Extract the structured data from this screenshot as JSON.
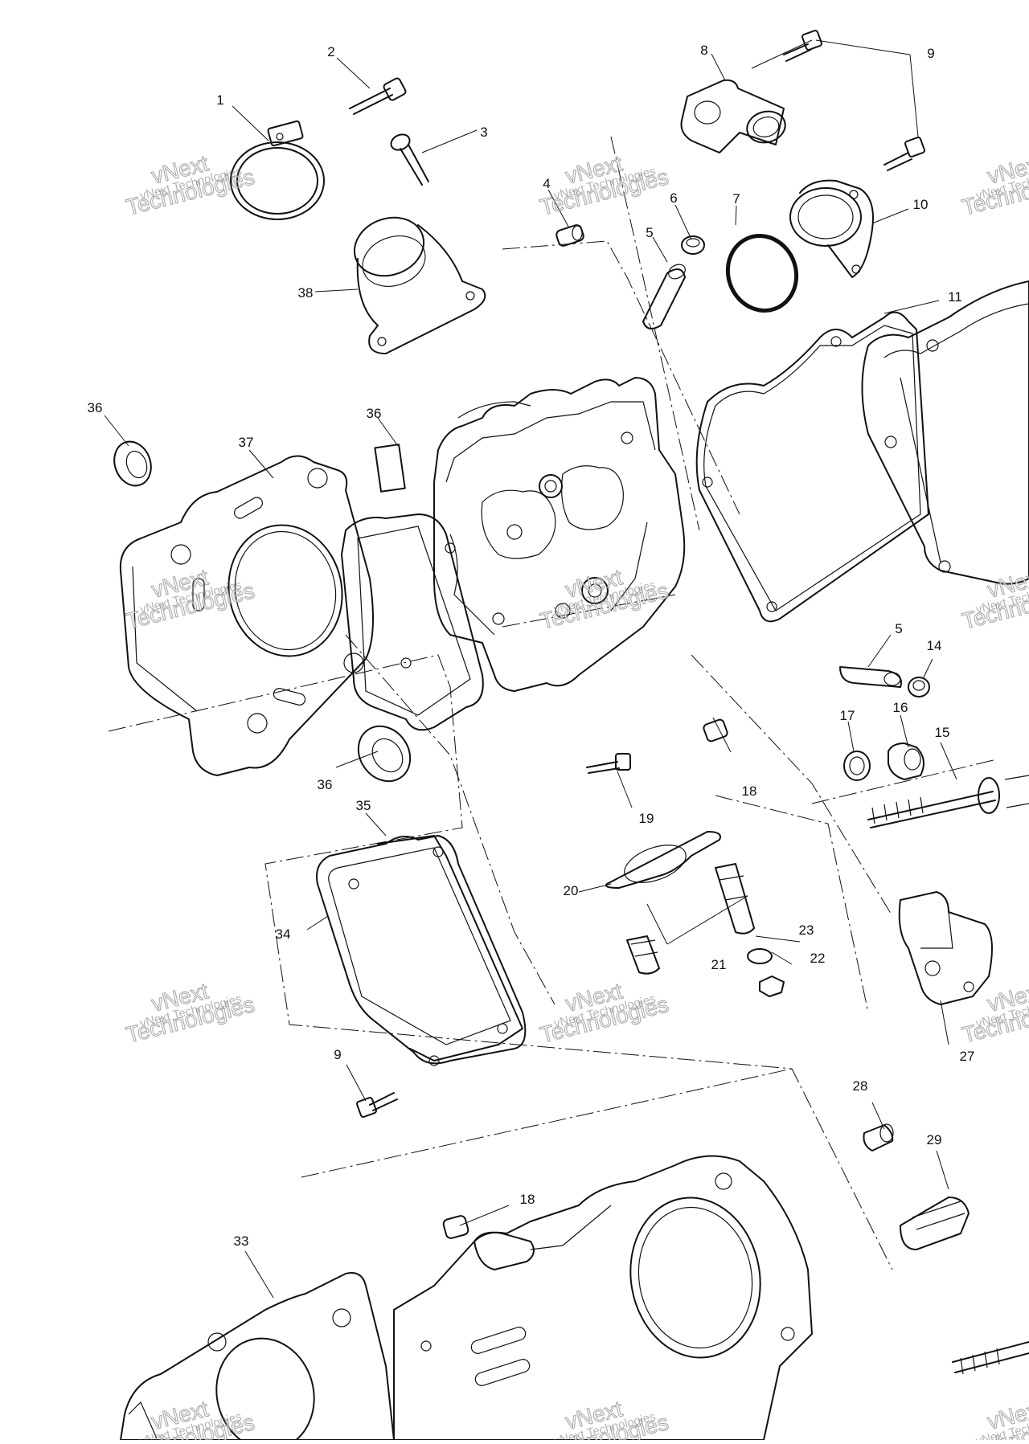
{
  "watermark": {
    "small": "vNext Technologies",
    "large_line1": "vNext",
    "large_line2": "Technologies"
  },
  "callouts": [
    {
      "id": "c1",
      "label": "1"
    },
    {
      "id": "c2",
      "label": "2"
    },
    {
      "id": "c3",
      "label": "3"
    },
    {
      "id": "c4",
      "label": "4"
    },
    {
      "id": "c5a",
      "label": "5"
    },
    {
      "id": "c5b",
      "label": "5"
    },
    {
      "id": "c6",
      "label": "6"
    },
    {
      "id": "c7",
      "label": "7"
    },
    {
      "id": "c8",
      "label": "8"
    },
    {
      "id": "c9a",
      "label": "9"
    },
    {
      "id": "c9b",
      "label": "9"
    },
    {
      "id": "c10",
      "label": "10"
    },
    {
      "id": "c11",
      "label": "11"
    },
    {
      "id": "c14",
      "label": "14"
    },
    {
      "id": "c15",
      "label": "15"
    },
    {
      "id": "c16",
      "label": "16"
    },
    {
      "id": "c17",
      "label": "17"
    },
    {
      "id": "c18a",
      "label": "18"
    },
    {
      "id": "c18b",
      "label": "18"
    },
    {
      "id": "c19",
      "label": "19"
    },
    {
      "id": "c20",
      "label": "20"
    },
    {
      "id": "c21",
      "label": "21"
    },
    {
      "id": "c22",
      "label": "22"
    },
    {
      "id": "c23",
      "label": "23"
    },
    {
      "id": "c27",
      "label": "27"
    },
    {
      "id": "c28",
      "label": "28"
    },
    {
      "id": "c29",
      "label": "29"
    },
    {
      "id": "c33",
      "label": "33"
    },
    {
      "id": "c34",
      "label": "34"
    },
    {
      "id": "c35",
      "label": "35"
    },
    {
      "id": "c36a",
      "label": "36"
    },
    {
      "id": "c36b",
      "label": "36"
    },
    {
      "id": "c36c",
      "label": "36"
    },
    {
      "id": "c37",
      "label": "37"
    },
    {
      "id": "c38",
      "label": "38"
    }
  ]
}
